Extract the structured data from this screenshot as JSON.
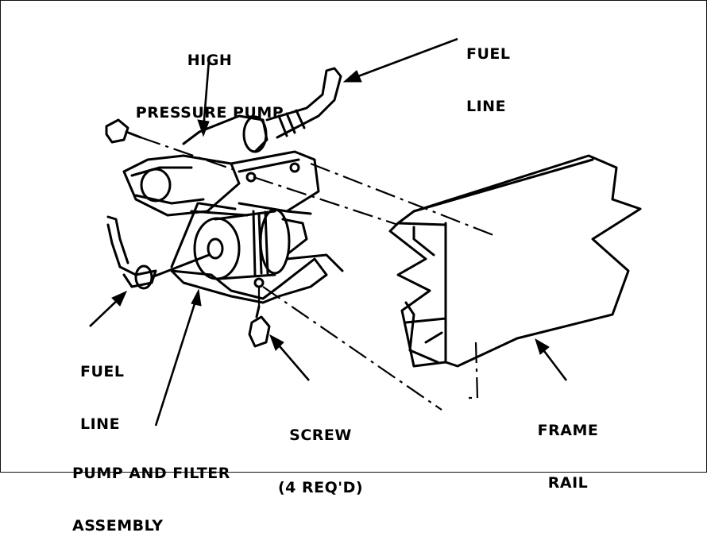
{
  "labels": {
    "high_pressure_pump_line1": "HIGH",
    "high_pressure_pump_line2": "PRESSURE PUMP",
    "fuel_line_top_line1": "FUEL",
    "fuel_line_top_line2": "LINE",
    "fuel_line_left_line1": "FUEL",
    "fuel_line_left_line2": "LINE",
    "screw_line1": "SCREW",
    "screw_line2": "(4 REQ'D)",
    "frame_rail_line1": "FRAME",
    "frame_rail_line2": "RAIL",
    "pump_filter_line1": "PUMP AND FILTER",
    "pump_filter_line2": "ASSEMBLY"
  },
  "colors": {
    "ink": "#000000",
    "paper": "#ffffff"
  }
}
